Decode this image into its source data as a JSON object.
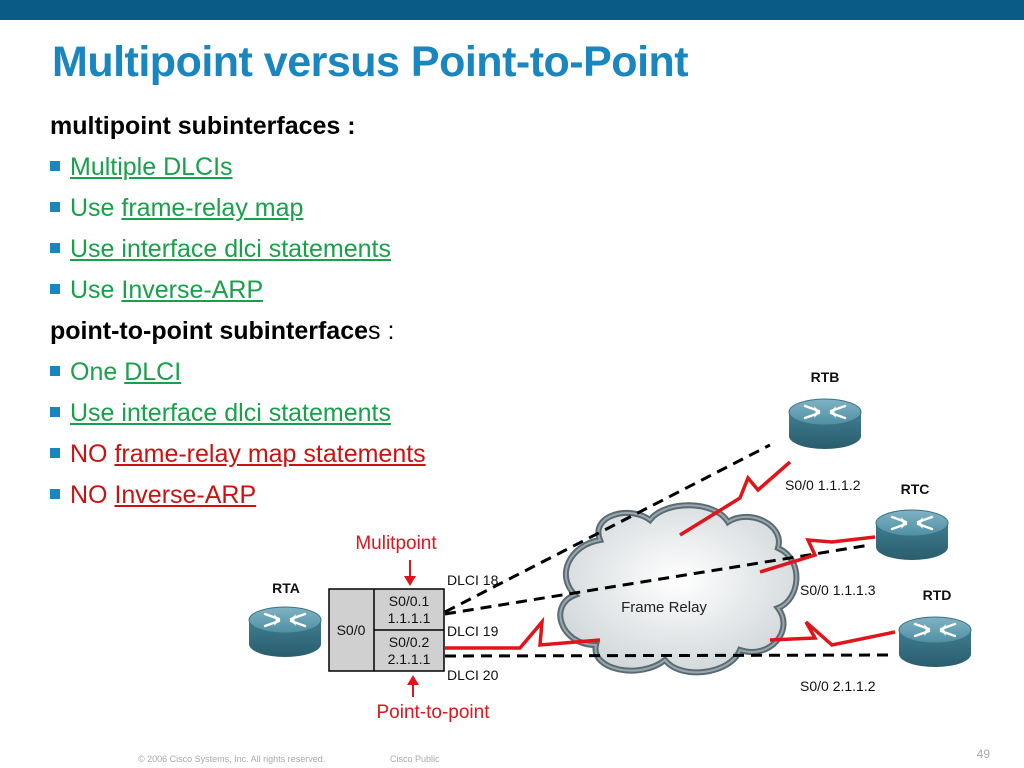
{
  "title": "Multipoint versus Point-to-Point",
  "multipoint": {
    "heading": "multipoint subinterfaces :",
    "items": [
      {
        "pre": "",
        "link": "Multiple DLCIs"
      },
      {
        "pre": "Use ",
        "link": "frame-relay map"
      },
      {
        "pre": "",
        "link": "Use  interface dlci statements"
      },
      {
        "pre": "Use ",
        "link": "Inverse-ARP"
      }
    ]
  },
  "point_to_point": {
    "heading_bold": "point-to-point subinterface",
    "heading_rest": "s :",
    "items": [
      {
        "pre": "One ",
        "link": "DLCI"
      },
      {
        "pre": "",
        "link": "Use  interface dlci statements"
      },
      {
        "pre": "NO ",
        "link": "frame-relay map statements"
      },
      {
        "pre": "NO ",
        "link": "Inverse-ARP"
      }
    ]
  },
  "diagram": {
    "routers": {
      "rta": "RTA",
      "rtb": "RTB",
      "rtc": "RTC",
      "rtd": "RTD"
    },
    "cloud": "Frame Relay",
    "interface": {
      "main": "S0/0",
      "sub1_name": "S0/0.1",
      "sub1_ip": "1.1.1.1",
      "sub2_name": "S0/0.2",
      "sub2_ip": "2.1.1.1"
    },
    "dlci": {
      "d18": "DLCI 18",
      "d19": "DLCI 19",
      "d20": "DLCI 20"
    },
    "ports": {
      "rtb": "S0/0 1.1.1.2",
      "rtc": "S0/0 1.1.1.3",
      "rtd": "S0/0 2.1.1.2"
    },
    "callouts": {
      "multipoint": "Mulitpoint",
      "point_to_point": "Point-to-point"
    }
  },
  "footer": {
    "copyright": "© 2006 Cisco Systems, Inc. All rights reserved.",
    "classification": "Cisco Public",
    "page": "49"
  },
  "colors": {
    "title": "#1a86c0",
    "topbar": "#0a5b86",
    "link_green": "#18a04a",
    "negative_red": "#cc1111",
    "router": "#4f8fa3"
  }
}
